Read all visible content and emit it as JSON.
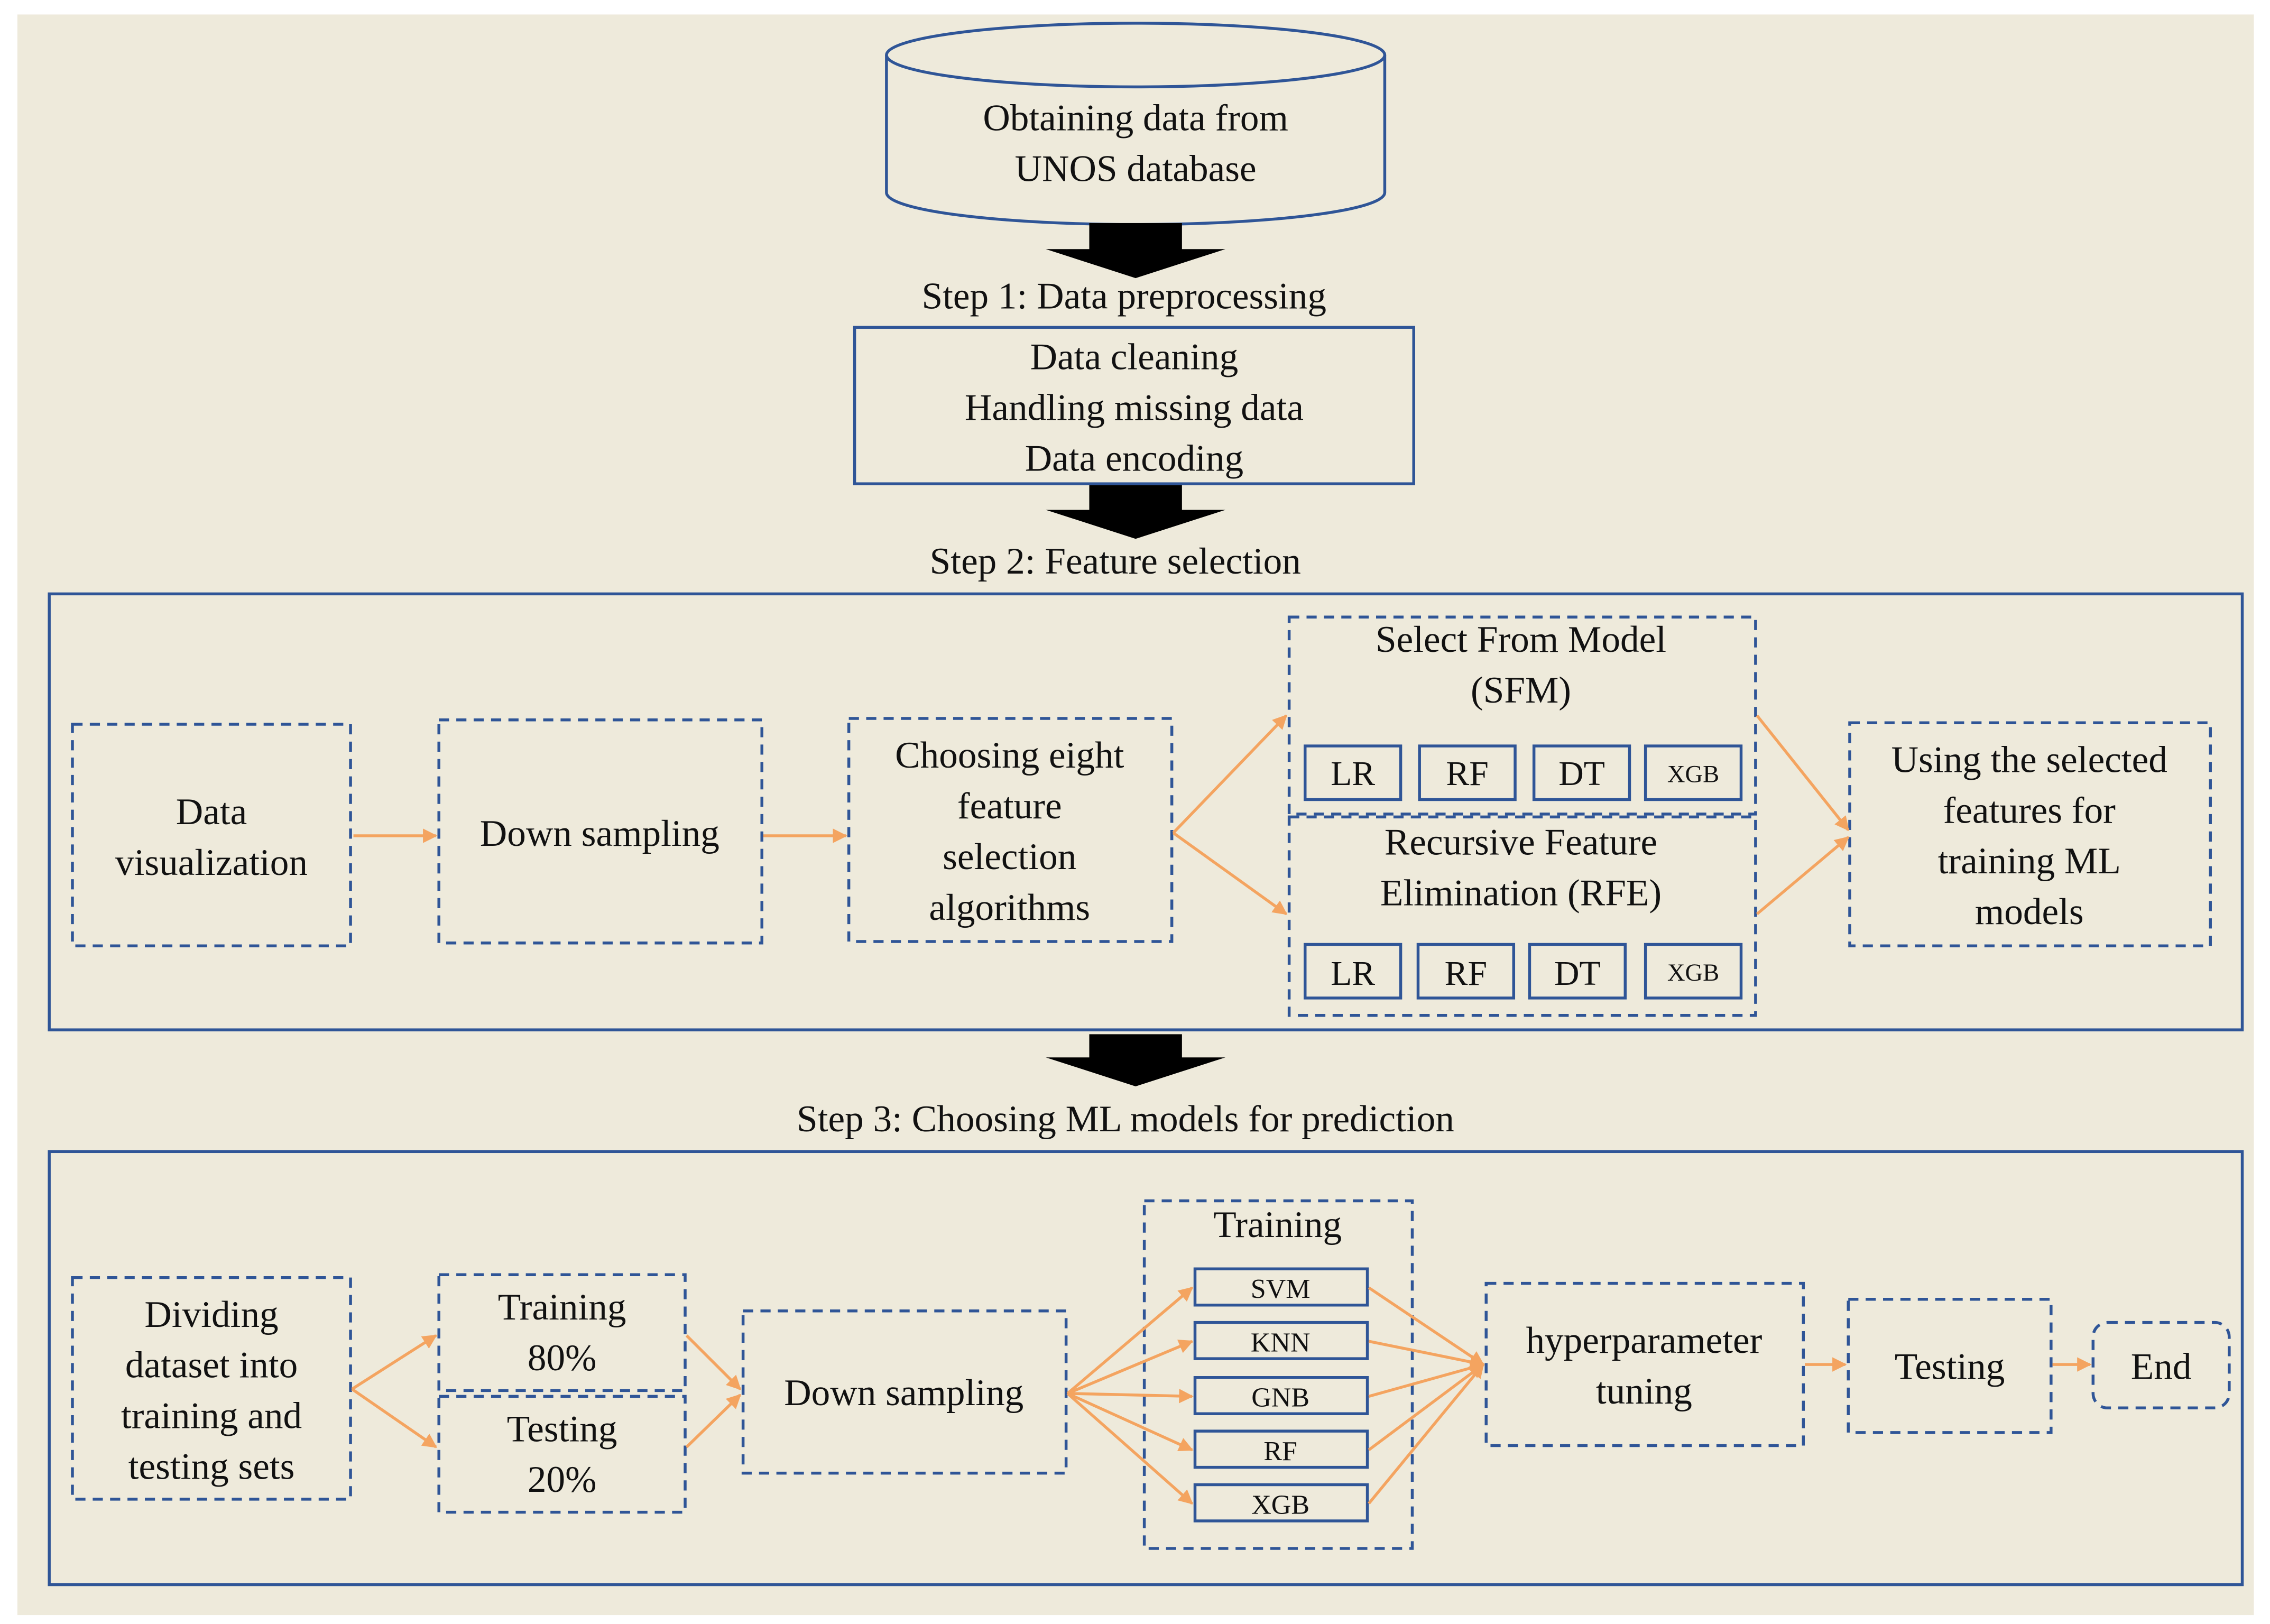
{
  "colors": {
    "page": "#ffffff",
    "canvas": "#eeeadb",
    "box_border": "#2f5597",
    "arrow": "#f4a460",
    "big_arrow": "#000000",
    "text": "#111111"
  },
  "database": {
    "line1": "Obtaining  data  from",
    "line2": "UNOS  database"
  },
  "step1": {
    "title": "Step  1:  Data  preprocessing",
    "items": [
      "Data  cleaning",
      "Handling  missing  data",
      "Data  encoding"
    ]
  },
  "step2": {
    "title": "Step  2:  Feature  selection",
    "visualization": [
      "Data",
      "visualization"
    ],
    "down_sampling": "Down  sampling",
    "choosing": [
      "Choosing  eight",
      "feature",
      "selection",
      "algorithms"
    ],
    "sfm": {
      "title": [
        "Select  From  Model",
        "(SFM)"
      ],
      "models": [
        "LR",
        "RF",
        "DT",
        "XGB"
      ]
    },
    "rfe": {
      "title": [
        "Recursive  Feature",
        "Elimination  (RFE)"
      ],
      "models": [
        "LR",
        "RF",
        "DT",
        "XGB"
      ]
    },
    "using": [
      "Using  the  selected",
      "features  for",
      "training  ML",
      "models"
    ]
  },
  "step3": {
    "title": "Step  3:  Choosing  ML  models  for  prediction",
    "dividing": [
      "Dividing",
      "dataset  into",
      "training  and",
      "testing  sets"
    ],
    "training_split": [
      "Training",
      "80%"
    ],
    "testing_split": [
      "Testing",
      "20%"
    ],
    "down_sampling": "Down  sampling",
    "training_group": {
      "title": "Training",
      "models": [
        "SVM",
        "KNN",
        "GNB",
        "RF",
        "XGB"
      ]
    },
    "tuning": [
      "hyperparameter",
      "tuning"
    ],
    "testing": "Testing",
    "end": "End"
  }
}
